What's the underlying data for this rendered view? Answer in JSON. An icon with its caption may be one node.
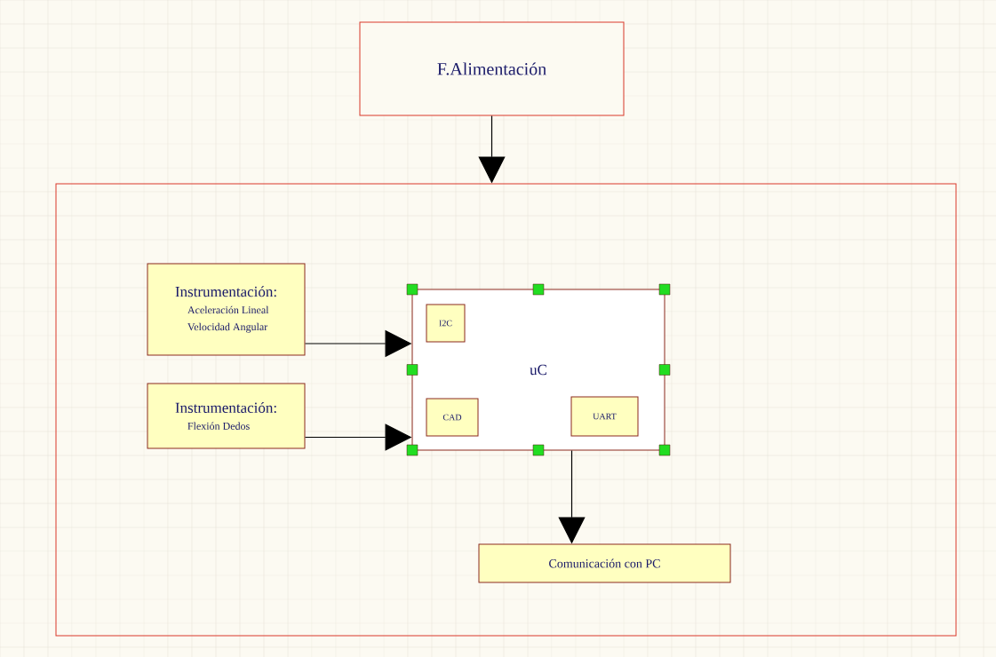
{
  "diagram": {
    "nodes": [
      {
        "text": [
          "F.Alimentación"
        ]
      },
      {
        "text": [],
        "shape": "box"
      },
      {
        "text": [
          "Instrumentación:",
          "Aceleración Lineal",
          "Velocidad Angular"
        ],
        "in": 1
      },
      {
        "text": [
          "Instrumentación:",
          "Flexión Dedos"
        ],
        "in": 1
      },
      {
        "text": [
          "uC"
        ],
        "in": 1
      },
      {
        "text": [
          "I2C"
        ],
        "in": 4
      },
      {
        "text": [
          "CAD"
        ],
        "in": 4
      },
      {
        "text": [
          "UART"
        ],
        "in": 4
      },
      {
        "text": [
          "Comunicación con PC"
        ],
        "in": 1
      }
    ],
    "edges": [
      {
        "from": 0,
        "to": 1,
        "arrow": "to"
      },
      {
        "from": 2,
        "to": 4,
        "arrow": "to"
      },
      {
        "from": 3,
        "to": 4,
        "arrow": "to"
      },
      {
        "from": 4,
        "to": 8,
        "arrow": "to"
      }
    ]
  }
}
